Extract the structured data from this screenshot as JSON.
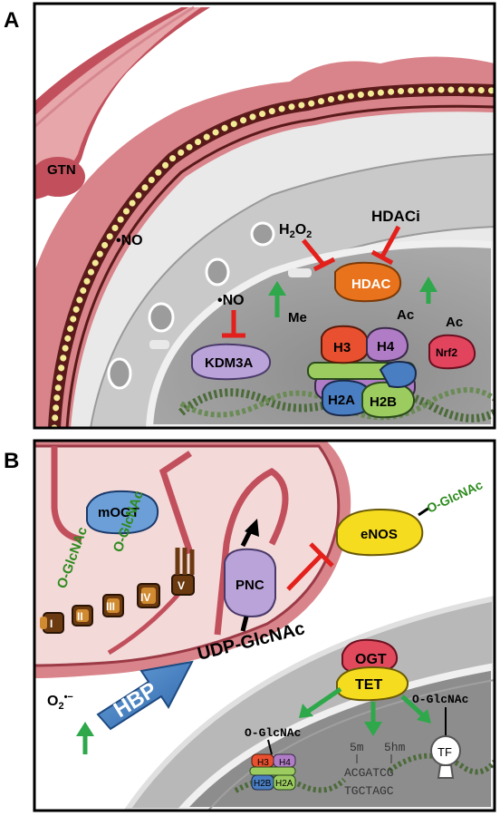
{
  "panel_a": {
    "letter": "A",
    "gtn": "GTN",
    "no_left": "•NO",
    "no_kdm": "•NO",
    "h2o2_main": "H",
    "h2o2_sub1": "2",
    "h2o2_mid": "O",
    "h2o2_sub2": "2",
    "hdaci": "HDACi",
    "hdac": "HDAC",
    "kdm3a": "KDM3A",
    "nrf2": "Nrf2",
    "me": "Me",
    "ac1": "Ac",
    "ac2": "Ac",
    "h3": "H3",
    "h4": "H4",
    "h2a": "H2A",
    "h2b": "H2B"
  },
  "panel_b": {
    "letter": "B",
    "mogt": "mOGT",
    "oglcnac_1": "O-GlcNAc",
    "oglcnac_2": "O-GlcNAc",
    "oglcnac_enos": "O-GlcNAc",
    "complex_i": "I",
    "complex_ii": "II",
    "complex_iii": "III",
    "complex_iv": "IV",
    "complex_v": "V",
    "pnc": "PNC",
    "enos": "eNOS",
    "udp": "UDP-GlcNAc",
    "hbp": "HBP",
    "o2": "O",
    "o2_sub": "2",
    "o2_sup": "•−",
    "ogt": "OGT",
    "tet": "TET",
    "oglcnac_tf": "O-GlcNAc",
    "oglcnac_hist": "O-GlcNAc",
    "m5": "5m",
    "hm5": "5hm",
    "seq_top": "ACGATCG",
    "seq_bottom": "TGCTAGC",
    "tf": "TF",
    "h3": "H3",
    "h4": "H4",
    "h2a": "H2A",
    "h2b": "H2B"
  },
  "colors": {
    "hdac": "#e8731c",
    "kdm3a": "#b9a3d8",
    "nrf2": "#e2435d",
    "h3": "#e8502f",
    "h4": "#b07cc6",
    "h2a": "#4a7ec2",
    "h2b": "#9ccc5f",
    "mogt": "#6c9fd8",
    "enos": "#f5dc1e",
    "ogt": "#e04a5c",
    "tet": "#f5dc1e",
    "hbp": "#3f7fc4",
    "inhibit": "#e3201b",
    "activate": "#2ea84a",
    "label_green": "#2e8b1e"
  }
}
